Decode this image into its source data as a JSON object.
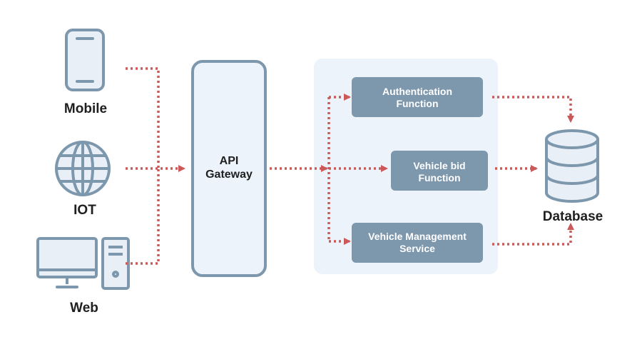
{
  "clients": {
    "mobile_label": "Mobile",
    "iot_label": "IOT",
    "web_label": "Web"
  },
  "gateway": {
    "line1": "API",
    "line2": "Gateway"
  },
  "functions": {
    "auth_line1": "Authentication",
    "auth_line2": "Function",
    "bid_line1": "Vehicle bid",
    "bid_line2": "Function",
    "mgmt_line1": "Vehicle Management",
    "mgmt_line2": "Service"
  },
  "database": {
    "label": "Database"
  },
  "colors": {
    "icon_stroke": "#7d97ad",
    "icon_fill": "#e8eff6",
    "gateway_fill": "#edf3fa",
    "gateway_stroke": "#7d97ad",
    "panel_fill": "#edf3fa",
    "function_fill": "#7d97ad",
    "arrow": "#c95a59",
    "label_text": "#1f1f1f",
    "function_text": "#ffffff"
  }
}
